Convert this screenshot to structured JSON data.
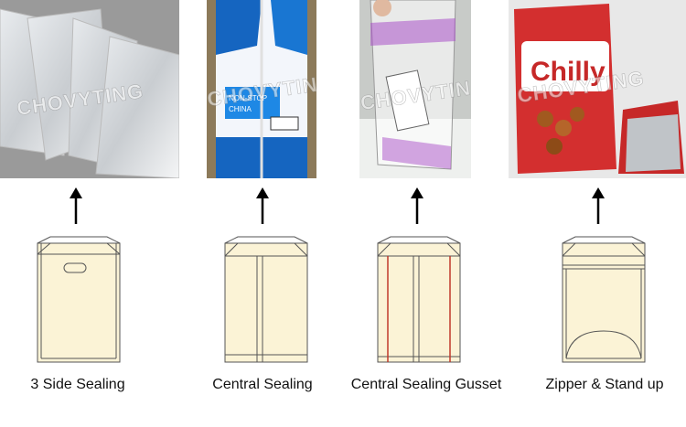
{
  "watermark": "CHOVYTING",
  "panels": [
    {
      "caption": "3 Side Sealing",
      "photo_label": "aluminum-foil-bags"
    },
    {
      "caption": "Central Sealing",
      "photo_label": "blue-printed-bag",
      "print_text": [
        "NON-STOP",
        "CHINA"
      ]
    },
    {
      "caption": "Central Sealing Gusset",
      "photo_label": "clear-gusset-bag"
    },
    {
      "caption": "Zipper & Stand up",
      "photo_label": "chilly-stand-up-pouch",
      "brand_text": "Chilly"
    }
  ],
  "colors": {
    "bag_fill": "#fbf3d6",
    "bag_stroke": "#555555",
    "gusset_red": "#c0392b",
    "blue_bag": "#1565c0",
    "pouch_red": "#c62828"
  }
}
